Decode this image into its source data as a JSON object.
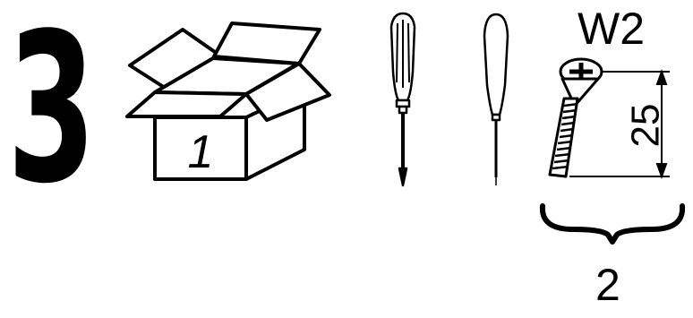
{
  "step": {
    "number": "3"
  },
  "box": {
    "label": "1",
    "icon": "open-box-icon"
  },
  "tools": [
    {
      "name": "phillips-screwdriver",
      "icon": "screwdriver-icon"
    },
    {
      "name": "awl",
      "icon": "awl-icon"
    }
  ],
  "screw": {
    "code": "W2",
    "length": "25",
    "quantity": "2",
    "icon": "countersunk-screw-icon"
  }
}
